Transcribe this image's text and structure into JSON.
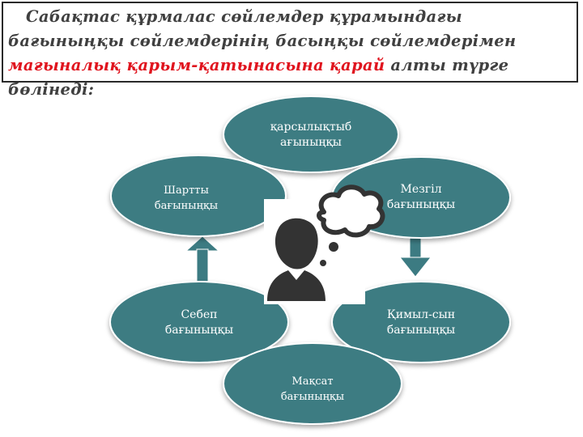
{
  "title": {
    "part1": "Сабақтас құрмалас сөйлемдер құрамындағы бағыныңқы сөйлемдерінің басыңқы сөйлемдерімен ",
    "highlight": "мағыналық қарым-қатынасына қарай",
    "part2": " алты түрге бөлінеді:"
  },
  "nodes": {
    "karsylyk": {
      "line1": "қарсылықтыб",
      "line2": "ағыныңқы"
    },
    "mezgil": {
      "line1": "Мезгіл",
      "line2": "бағыныңқы"
    },
    "kimyl": {
      "line1": "Қимыл-сын",
      "line2": "бағыныңқы"
    },
    "maksat": {
      "line1": "Мақсат",
      "line2": "бағыныңқы"
    },
    "sebep": {
      "line1": "Себеп",
      "line2": "бағыныңқы"
    },
    "shartty": {
      "line1": "Шартты",
      "line2": "бағыныңқы"
    }
  },
  "colors": {
    "node_fill": "#3c7b82",
    "arrow_fill": "#3c7b82",
    "title_highlight": "#e0141e",
    "title_text": "#404040",
    "icon": "#333333"
  },
  "icon": "person-thinking-icon"
}
